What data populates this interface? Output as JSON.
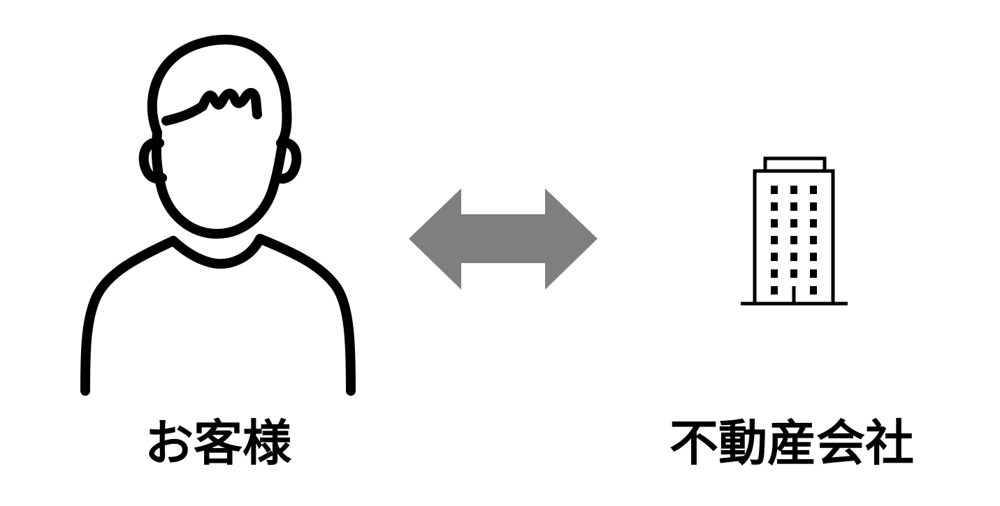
{
  "diagram": {
    "nodes": [
      {
        "id": "customer",
        "label": "お客様",
        "icon": "person-icon"
      },
      {
        "id": "real-estate-company",
        "label": "不動産会社",
        "icon": "building-icon"
      }
    ],
    "edges": [
      {
        "from": "customer",
        "to": "real-estate-company",
        "direction": "bidirectional",
        "icon": "double-arrow-icon"
      }
    ]
  },
  "colors": {
    "background": "#ffffff",
    "line": "#000000",
    "arrow": "#7f7f7f"
  }
}
